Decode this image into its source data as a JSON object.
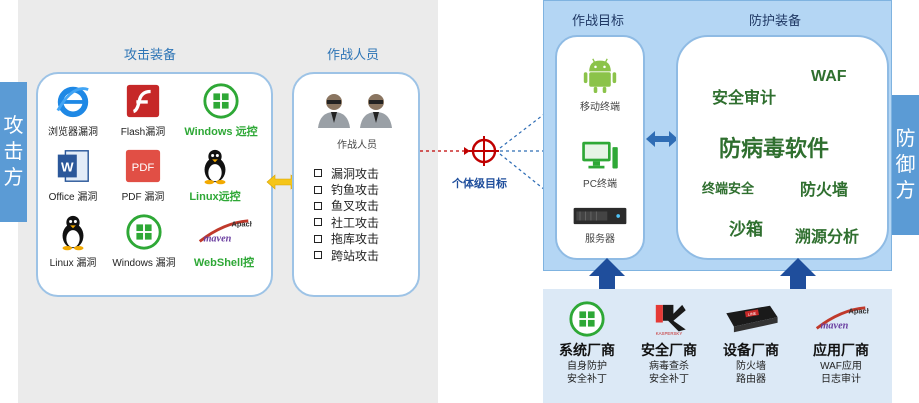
{
  "attack_side": {
    "tab_label": "攻击方",
    "equipment": {
      "title": "攻击装备",
      "items": [
        {
          "icon": "ie-browser-icon",
          "label": "浏览器漏洞"
        },
        {
          "icon": "flash-icon",
          "label": "Flash漏洞"
        },
        {
          "icon": "windows-icon",
          "label": "Windows 远控"
        },
        {
          "icon": "word-icon",
          "label": "Office 漏洞"
        },
        {
          "icon": "pdf-icon",
          "label": "PDF 漏洞"
        },
        {
          "icon": "linux-penguin-icon",
          "label": "Linux远控"
        },
        {
          "icon": "linux-penguin-icon",
          "label": "Linux 漏洞"
        },
        {
          "icon": "windows-icon",
          "label": "Windows 漏洞"
        },
        {
          "icon": "apache-maven-icon",
          "label": "WebShell控"
        }
      ],
      "maven_logo_text": {
        "apache": "Apache",
        "maven": "maven"
      }
    },
    "personnel": {
      "title": "作战人员",
      "caption": "作战人员",
      "attacks": [
        "漏洞攻击",
        "钓鱼攻击",
        "鱼叉攻击",
        "社工攻击",
        "拖库攻击",
        "跨站攻击"
      ]
    }
  },
  "center": {
    "label": "个体级目标"
  },
  "defense_side": {
    "tab_label": "防御方",
    "targets": {
      "title": "作战目标",
      "items": [
        {
          "icon": "android-icon",
          "label": "移动终端"
        },
        {
          "icon": "pc-monitor-icon",
          "label": "PC终端"
        },
        {
          "icon": "server-rack-icon",
          "label": "服务器"
        }
      ]
    },
    "equipment": {
      "title": "防护装备",
      "items": [
        "安全审计",
        "WAF",
        "防病毒软件",
        "终端安全",
        "防火墙",
        "沙箱",
        "溯源分析"
      ]
    }
  },
  "vendors": [
    {
      "icon": "windows-icon",
      "title": "系统厂商",
      "lines": [
        "自身防护",
        "安全补丁"
      ]
    },
    {
      "icon": "kaspersky-icon",
      "title": "安全厂商",
      "lines": [
        "病毒查杀",
        "安全补丁"
      ]
    },
    {
      "icon": "network-appliance-icon",
      "title": "设备厂商",
      "lines": [
        "防火墙",
        "路由器"
      ]
    },
    {
      "icon": "apache-maven-icon",
      "title": "应用厂商",
      "lines": [
        "WAF应用",
        "日志审计"
      ]
    }
  ],
  "vendor_logos": {
    "kaspersky": "KASPERSKY",
    "appliance": "LINE"
  },
  "colors": {
    "panel_border": "#9dc3e6",
    "tab_blue": "#5b9bd5",
    "defense_bg": "#b4d6f4",
    "green_label": "#2ea836",
    "target_red": "#c00000",
    "arrow_blue": "#1f4e9c"
  }
}
